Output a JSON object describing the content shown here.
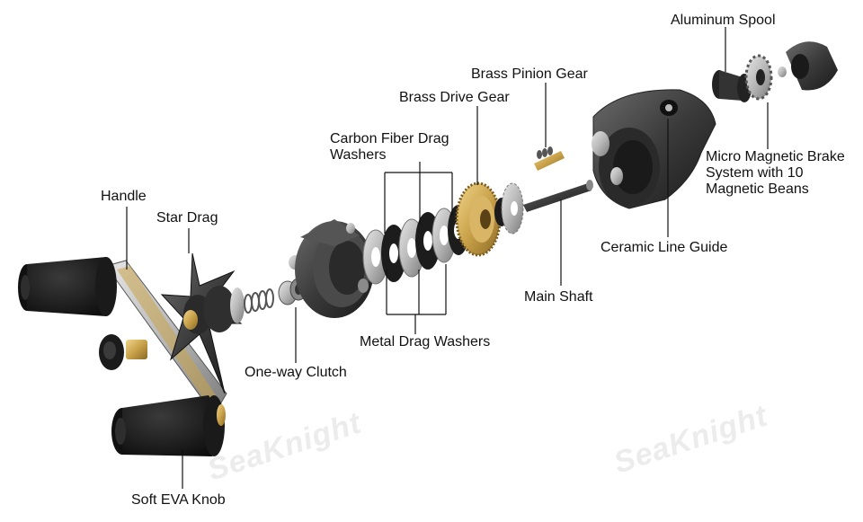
{
  "labels": {
    "handle": "Handle",
    "star_drag": "Star Drag",
    "one_way_clutch": "One-way Clutch",
    "soft_eva_knob": "Soft EVA Knob",
    "carbon_fiber_line1": "Carbon Fiber Drag",
    "carbon_fiber_line2": "Washers",
    "metal_drag_washers": "Metal Drag Washers",
    "brass_drive_gear": "Brass Drive Gear",
    "brass_pinion_gear": "Brass Pinion Gear",
    "main_shaft": "Main Shaft",
    "aluminum_spool": "Aluminum Spool",
    "micro_brake_line1": "Micro Magnetic Brake",
    "micro_brake_line2": "System with 10",
    "micro_brake_line3": "Magnetic Beans",
    "ceramic_line_guide": "Ceramic Line Guide"
  },
  "watermark": {
    "text_left": "SeaKnight",
    "text_right": "SeaKnight"
  },
  "colors": {
    "label_text": "#111111",
    "leader_line": "#111111",
    "rubber_black": "#151515",
    "metal_dark": "#3a3a3a",
    "metal_mid": "#6a6a6a",
    "silver": "#b8b8b8",
    "brass": "#c9a24a",
    "carbon": "#222222"
  }
}
